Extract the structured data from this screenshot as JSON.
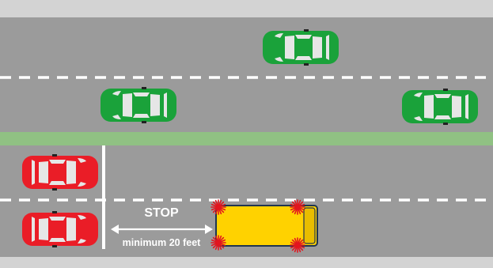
{
  "scene": {
    "stop_label": "STOP",
    "distance_label": "minimum 20 feet"
  },
  "colors": {
    "shoulder": "#d3d3d3",
    "road": "#9b9b9b",
    "median": "#90c183",
    "lane_marking": "#ffffff",
    "car_green": "#1aa23a",
    "car_red": "#ea1d27",
    "school_bus": "#ffd200",
    "warning_light": "#e2151f"
  },
  "vehicles": [
    {
      "name": "car-green-oncoming-1",
      "color": "green"
    },
    {
      "name": "car-green-oncoming-2",
      "color": "green"
    },
    {
      "name": "car-green-oncoming-3",
      "color": "green"
    },
    {
      "name": "car-red-stopped-1",
      "color": "red"
    },
    {
      "name": "car-red-stopped-2",
      "color": "red"
    },
    {
      "name": "school-bus",
      "color": "yellow"
    }
  ]
}
